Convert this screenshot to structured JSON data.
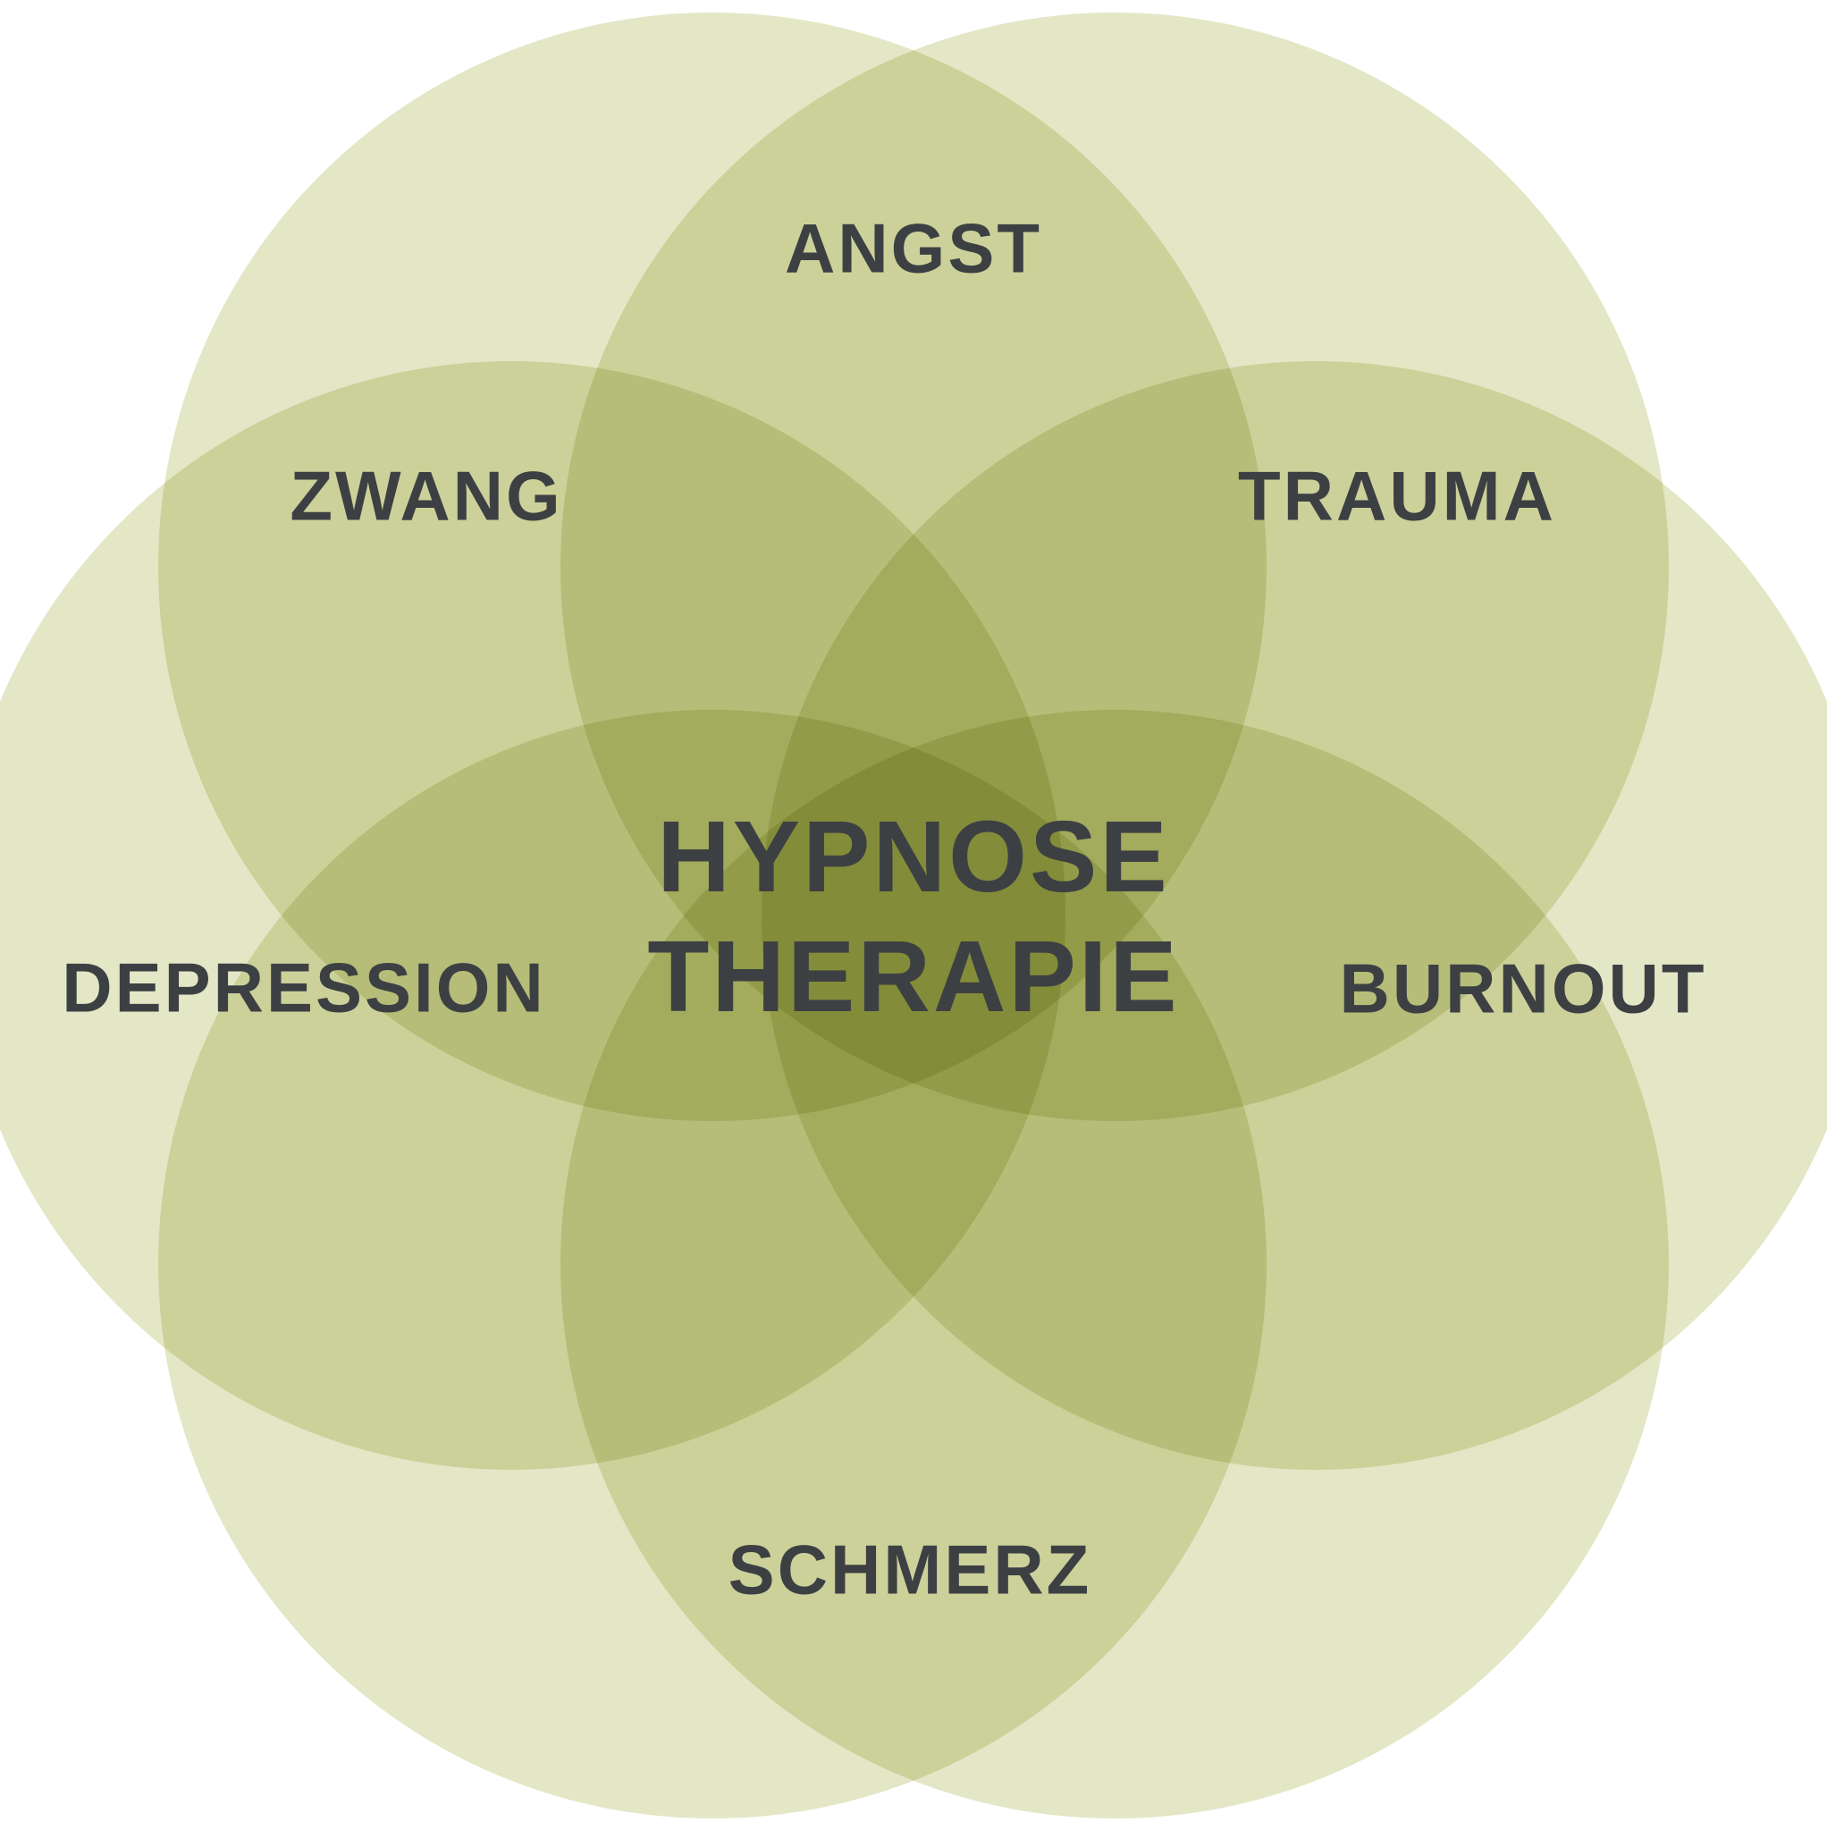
{
  "diagram": {
    "type": "venn-flower",
    "center_title": {
      "line1": "HYPNOSE",
      "line2": "THERAPIE"
    },
    "labels": {
      "top": "ANGST",
      "top_left": "ZWANG",
      "top_right": "TRAUMA",
      "left": "DEPRESSION",
      "right": "BURNOUT",
      "bottom": "SCHMERZ"
    },
    "colors": {
      "background": "#ffffff",
      "petal_fill": "#e4e7c6",
      "overlap_2_layers": "#ccd19a",
      "overlap_3_layers": "#b6bd78",
      "overlap_deep": "#a3ab5d",
      "text": "#3d4043"
    }
  }
}
